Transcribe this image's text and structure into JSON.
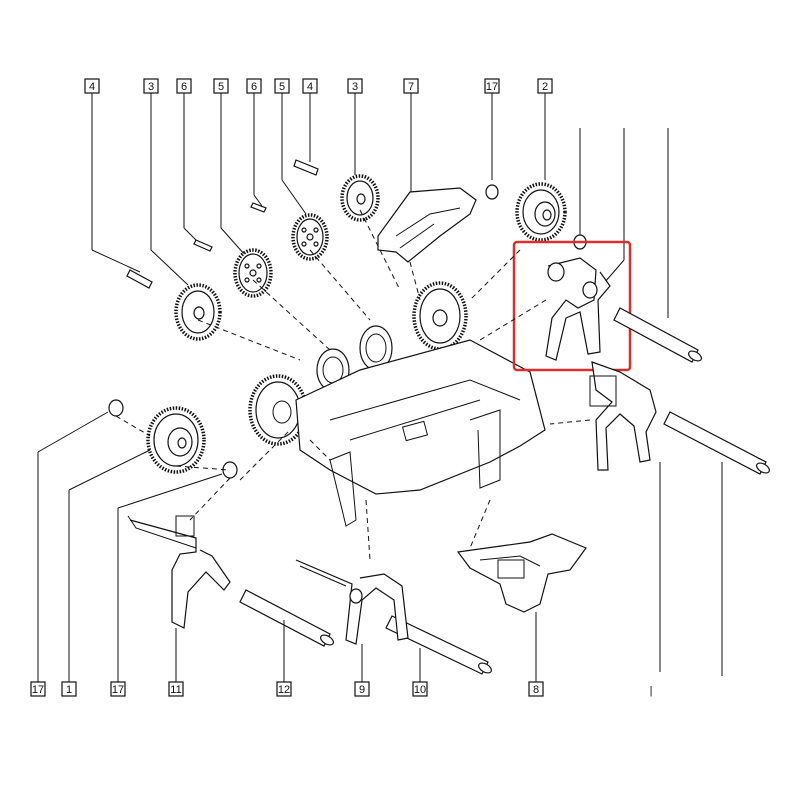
{
  "diagram": {
    "highlight_color": "#d9302c",
    "line_color": "#111111",
    "top_callouts": [
      "4",
      "3",
      "6",
      "5",
      "6",
      "5",
      "4",
      "3",
      "7",
      "17",
      "2"
    ],
    "bottom_callouts": [
      "17",
      "1",
      "17",
      "11",
      "12",
      "9",
      "10",
      "8"
    ],
    "unlabeled_bottom_mark": "|"
  }
}
